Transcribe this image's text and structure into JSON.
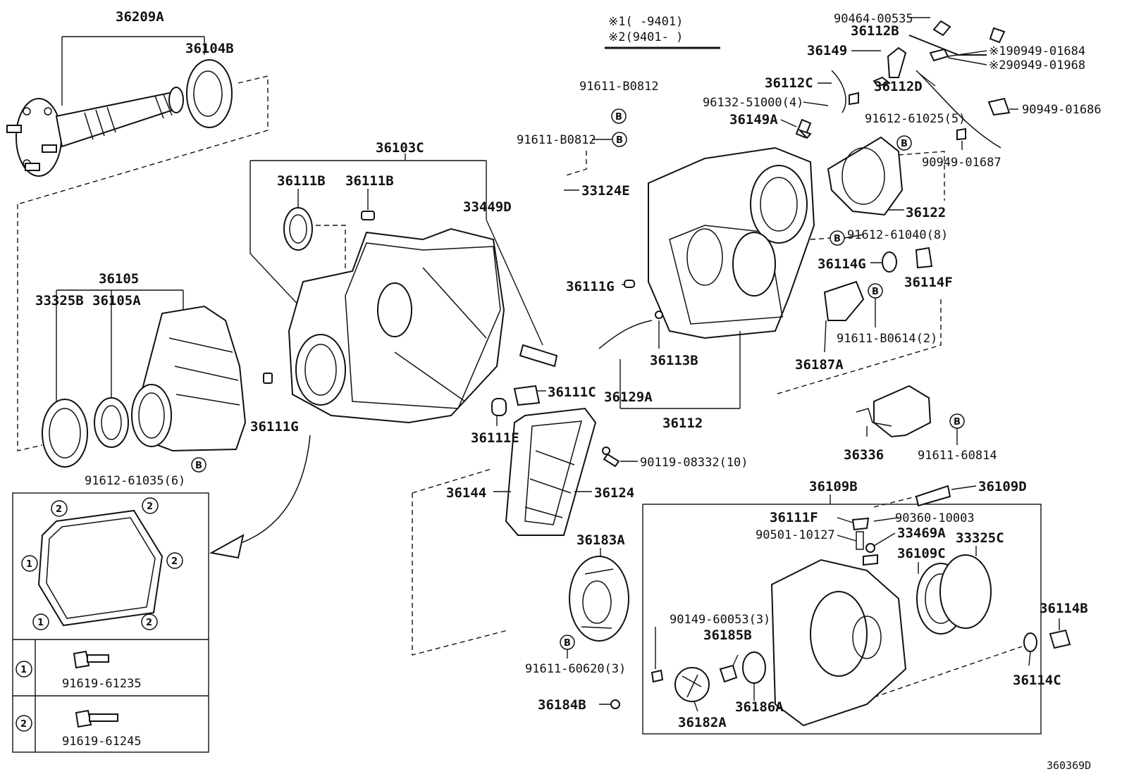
{
  "diagram_code": "360369D",
  "notes": {
    "note1": "※1(     -9401)",
    "note2": "※2(9401-     )"
  },
  "legend": {
    "ref1_marker": "1",
    "ref2_marker": "2",
    "bolt1_part": "91619-61235",
    "bolt2_part": "91619-61245"
  },
  "bolt_marker": "B",
  "labels": {
    "p36209A": "36209A",
    "p36104B": "36104B",
    "p36103C": "36103C",
    "p36111B_1": "36111B",
    "p36111B_2": "36111B",
    "p33449D": "33449D",
    "p36105": "36105",
    "p33325B": "33325B",
    "p36105A": "36105A",
    "p36111G_1": "36111G",
    "p91612_61035": "91612-61035(6)",
    "p91611_B0812_a": "91611-B0812",
    "p91611_B0812_b": "91611-B0812",
    "p33124E": "33124E",
    "p90464": "90464-00535",
    "p36112B": "36112B",
    "p36149": "36149",
    "p90949_01684": "※190949-01684",
    "p90949_01968": "※290949-01968",
    "p36112C": "36112C",
    "p36112D": "36112D",
    "p96132": "96132-51000(4)",
    "p36149A": "36149A",
    "p90949_01686": "90949-01686",
    "p91612_61025": "91612-61025(5)",
    "p90949_01687": "90949-01687",
    "p36122": "36122",
    "p91612_61040": "91612-61040(8)",
    "p36114G": "36114G",
    "p36114F": "36114F",
    "p36111G_2": "36111G",
    "p36113B": "36113B",
    "p36187A": "36187A",
    "p91611_B0614": "91611-B0614(2)",
    "p36129A": "36129A",
    "p36112": "36112",
    "p36336": "36336",
    "p91611_60814": "91611-60814",
    "p36111C": "36111C",
    "p36111E": "36111E",
    "p90119": "90119-08332(10)",
    "p36144": "36144",
    "p36124": "36124",
    "p36183A": "36183A",
    "p91611_60620": "91611-60620(3)",
    "p36184B": "36184B",
    "p36109B": "36109B",
    "p36109D": "36109D",
    "p36111F": "36111F",
    "p90360": "90360-10003",
    "p90501": "90501-10127",
    "p33469A": "33469A",
    "p33325C": "33325C",
    "p36109C": "36109C",
    "p90149": "90149-60053(3)",
    "p36185B": "36185B",
    "p36182A": "36182A",
    "p36186A": "36186A",
    "p36114B": "36114B",
    "p36114C": "36114C"
  }
}
